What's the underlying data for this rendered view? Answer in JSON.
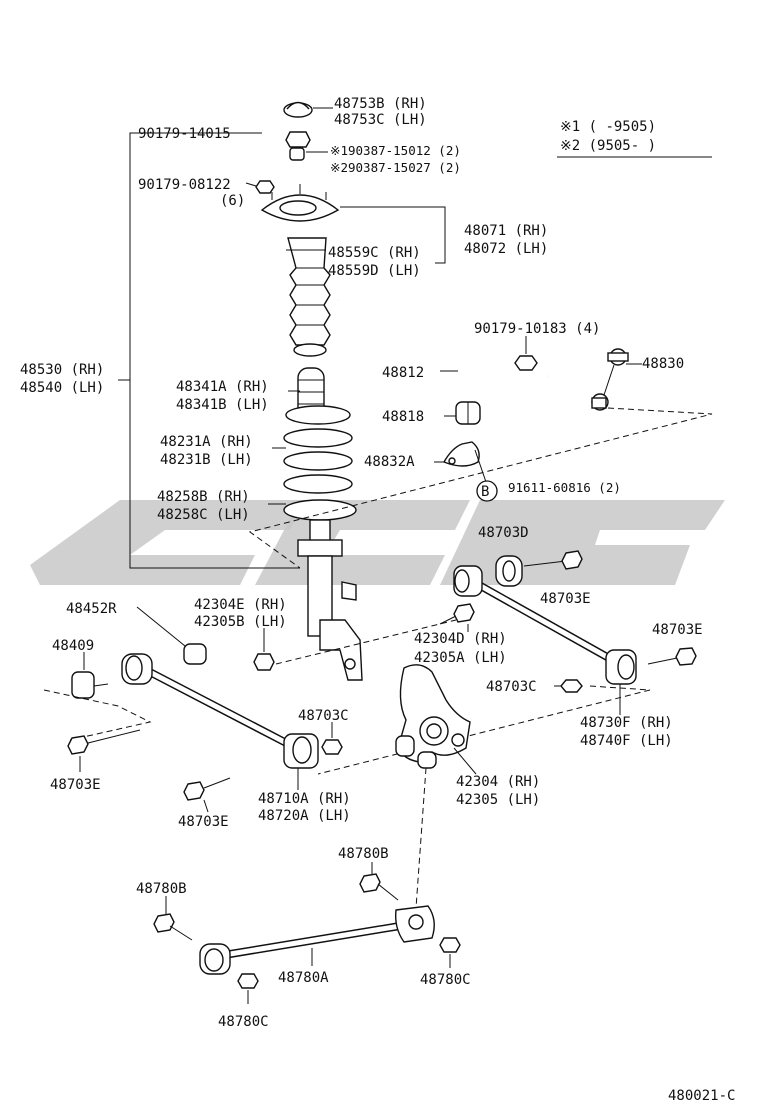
{
  "diagram_id": "480021-C",
  "legend": {
    "note1": "※1 (      -9505)",
    "note2": "※2 (9505-       )"
  },
  "callout_letter": "B",
  "labels": {
    "p48753": [
      "48753B (RH)",
      "48753C (LH)"
    ],
    "p90179_14015": "90179-14015",
    "p190387": "※190387-15012 (2)",
    "p290387": "※290387-15027 (2)",
    "p90179_08122": [
      "90179-08122",
      "(6)"
    ],
    "p48071": [
      "48071 (RH)",
      "48072 (LH)"
    ],
    "p48559": [
      "48559C (RH)",
      "48559D (LH)"
    ],
    "p48530": [
      "48530 (RH)",
      "48540 (LH)"
    ],
    "p90179_10183": "90179-10183 (4)",
    "p48830": "48830",
    "p48812": "48812",
    "p48341": [
      "48341A (RH)",
      "48341B (LH)"
    ],
    "p48818": "48818",
    "p48231": [
      "48231A (RH)",
      "48231B (LH)"
    ],
    "p48832A": "48832A",
    "p91611": "91611-60816 (2)",
    "p48258": [
      "48258B (RH)",
      "48258C (LH)"
    ],
    "p48703D": "48703D",
    "p48703E_top": "48703E",
    "p48452R": "48452R",
    "p42304E": [
      "42304E (RH)",
      "42305B (LH)"
    ],
    "p48703E_right": "48703E",
    "p48409": "48409",
    "p42304D": [
      "42304D (RH)",
      "42305A (LH)"
    ],
    "p48703C_right": "48703C",
    "p48703C_mid": "48703C",
    "p48730F": [
      "48730F (RH)",
      "48740F (LH)"
    ],
    "p48703E_left": "48703E",
    "p42304": [
      "42304 (RH)",
      "42305 (LH)"
    ],
    "p48710A": [
      "48710A (RH)",
      "48720A (LH)"
    ],
    "p48703E_bottom": "48703E",
    "p48780B_top": "48780B",
    "p48780B_left": "48780B",
    "p48780A": "48780A",
    "p48780C_right": "48780C",
    "p48780C_bottom": "48780C"
  }
}
